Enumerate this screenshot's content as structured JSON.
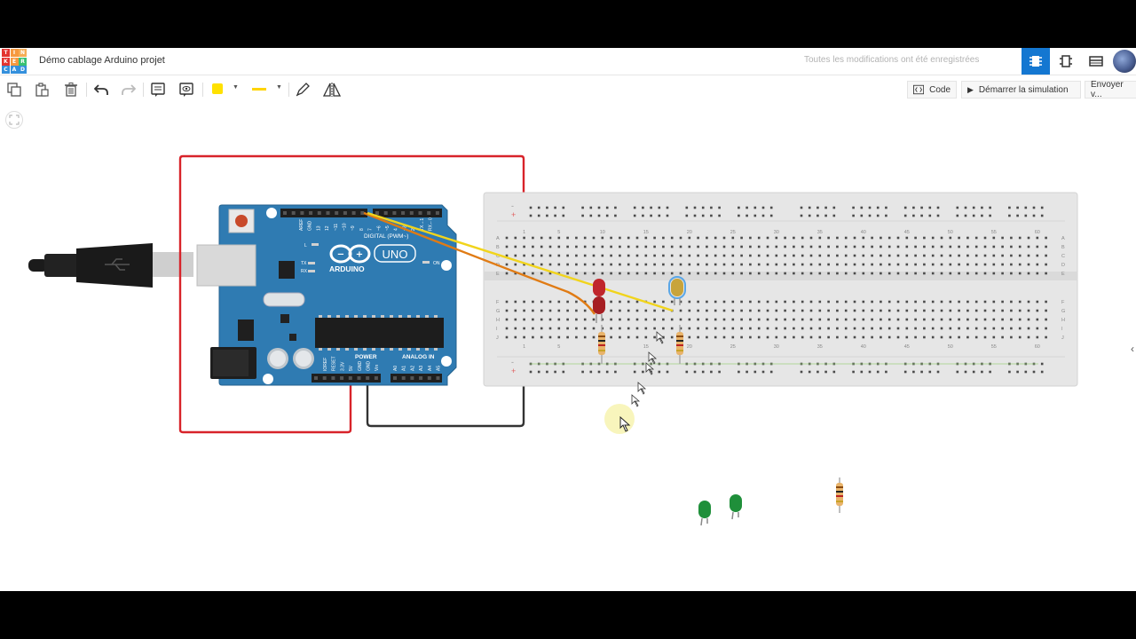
{
  "app": {
    "logo_letters": [
      "T",
      "I",
      "N",
      "K",
      "E",
      "R",
      "C",
      "A",
      "D"
    ],
    "logo_colors": [
      "#e3342f",
      "#f6993f",
      "#f6ad55",
      "#e3342f",
      "#f6993f",
      "#38c172",
      "#3490dc",
      "#3490dc",
      "#3490dc"
    ],
    "project_title": "Démo cablage Arduino projet",
    "save_status": "Toutes les modifications ont été enregistrées",
    "accent_color": "#1477d1"
  },
  "view_buttons": [
    {
      "icon": "circuit-view-icon",
      "active": true
    },
    {
      "icon": "component-list-icon",
      "active": false
    },
    {
      "icon": "table-view-icon",
      "active": false
    }
  ],
  "toolbar": {
    "tools": [
      "copy-icon",
      "paste-icon",
      "delete-icon",
      "undo-icon",
      "redo-icon",
      "note-icon",
      "note-visibility-icon",
      "color-swatch",
      "line-style",
      "pencil-icon",
      "flip-icon"
    ],
    "wire_color": "#ffe100",
    "code_label": "Code",
    "simulate_label": "Démarrer la simulation",
    "send_label": "Envoyer v..."
  },
  "arduino": {
    "brand": "ARDUINO",
    "model": "UNO",
    "digital_label": "DIGITAL (PWM~)",
    "power_label": "POWER",
    "analog_label": "ANALOG IN",
    "on_label": "ON",
    "tx_label": "TX",
    "rx_label": "RX",
    "l_label": "L",
    "top_pin_labels": [
      "AREF",
      "GND",
      "13",
      "12",
      "~11",
      "~10",
      "~9",
      "8",
      "7",
      "~6",
      "~5",
      "4",
      "~3",
      "2",
      "TX→1",
      "RX←0"
    ],
    "power_pin_labels": [
      "IOREF",
      "RESET",
      "3.3V",
      "5V",
      "GND",
      "GND",
      "Vin"
    ],
    "analog_pin_labels": [
      "A0",
      "A1",
      "A2",
      "A3",
      "A4",
      "A5"
    ],
    "board_color": "#2f7bb2"
  },
  "breadboard": {
    "column_numbers": [
      "1",
      "5",
      "10",
      "15",
      "20",
      "25",
      "30",
      "35",
      "40",
      "45",
      "50",
      "55",
      "60"
    ],
    "row_letters_top": [
      "A",
      "B",
      "C",
      "D",
      "E"
    ],
    "row_letters_bottom": [
      "F",
      "G",
      "H",
      "I",
      "J"
    ],
    "rail_plus": "+",
    "rail_minus": "-"
  },
  "wire_colors": {
    "power": "#d8232a",
    "ground": "#333333",
    "signal_yellow": "#f1d41c",
    "signal_orange": "#e07b14"
  },
  "components": {
    "red_led_color": "#c0262c",
    "blue_led_color": "#c8a43b",
    "green_led_color": "#1f8f3a",
    "resistor_color": "#e8b36a"
  }
}
